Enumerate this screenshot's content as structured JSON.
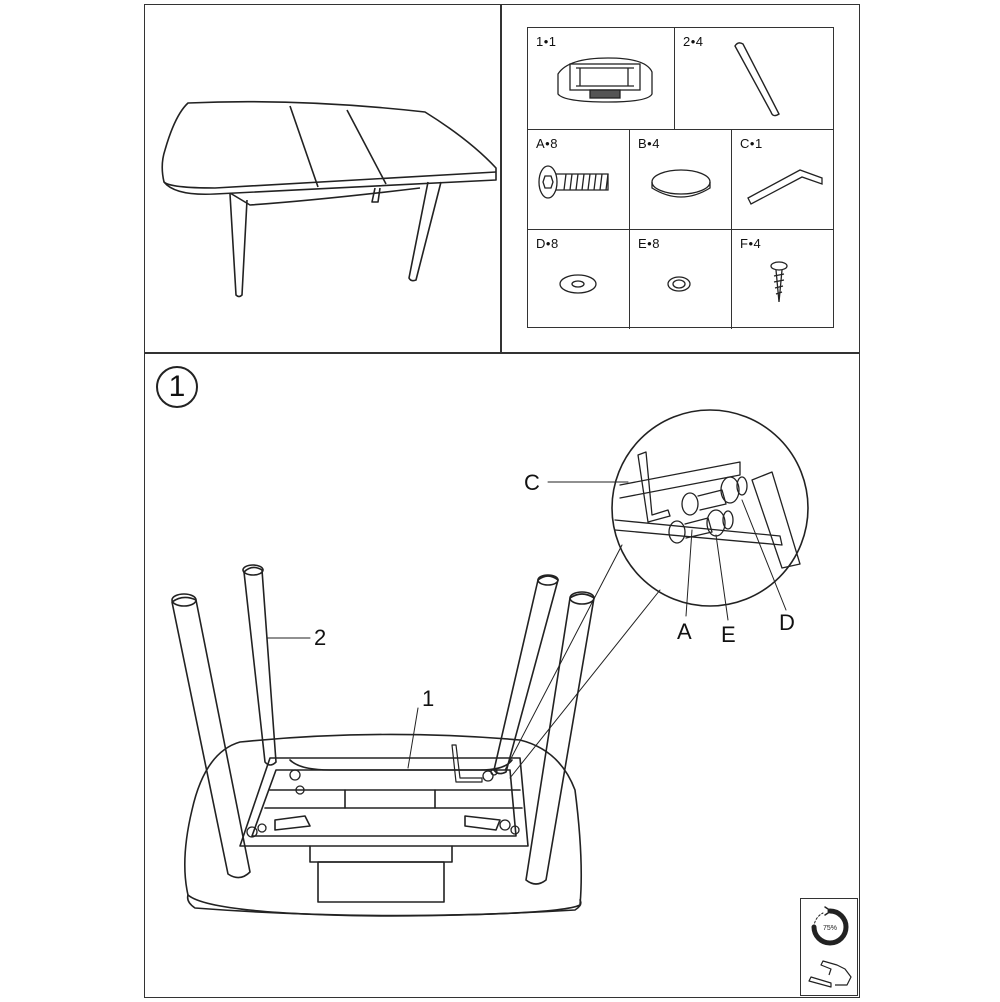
{
  "parts": [
    {
      "label": "1•1",
      "icon": "tabletop-frame-icon"
    },
    {
      "label": "2•4",
      "icon": "leg-icon"
    },
    {
      "label": "A•8",
      "icon": "bolt-icon"
    },
    {
      "label": "B•4",
      "icon": "pad-icon"
    },
    {
      "label": "C•1",
      "icon": "allen-key-icon"
    },
    {
      "label": "D•8",
      "icon": "flat-washer-icon"
    },
    {
      "label": "E•8",
      "icon": "spring-washer-icon"
    },
    {
      "label": "F•4",
      "icon": "screw-icon"
    }
  ],
  "step": {
    "number": "1"
  },
  "callouts": {
    "leg": "2",
    "frame": "1",
    "allen_key": "C",
    "bolt": "A",
    "spring_washer": "E",
    "flat_washer": "D"
  },
  "badge": {
    "percent": "75%"
  }
}
